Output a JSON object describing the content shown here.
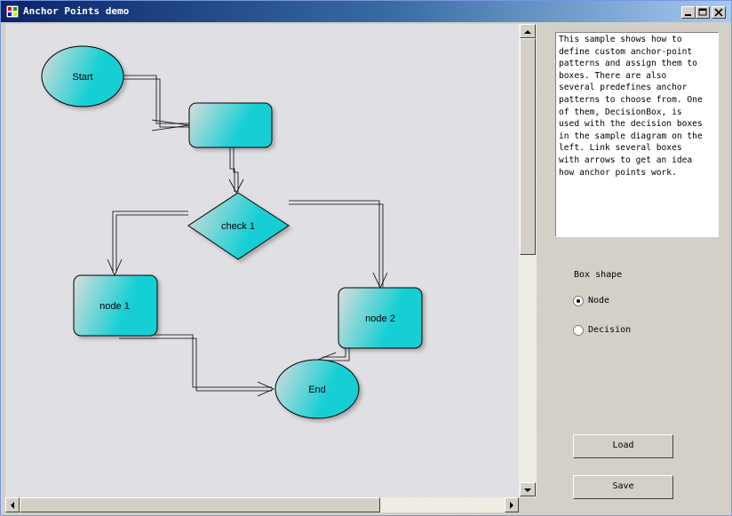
{
  "window": {
    "title": "Anchor Points demo"
  },
  "diagram": {
    "nodes": [
      {
        "id": "start",
        "shape": "ellipse",
        "label": "Start"
      },
      {
        "id": "box1",
        "shape": "rect",
        "label": ""
      },
      {
        "id": "check1",
        "shape": "diamond",
        "label": "check 1"
      },
      {
        "id": "node1",
        "shape": "rect",
        "label": "node 1"
      },
      {
        "id": "node2",
        "shape": "rect",
        "label": "node 2"
      },
      {
        "id": "end",
        "shape": "ellipse",
        "label": "End"
      }
    ],
    "colors": {
      "fill_light": "#dcdcdc",
      "fill_accent": "#13cfd4",
      "outline": "#000000",
      "canvas": "#e0dfe3"
    }
  },
  "description": "This sample shows how to\ndefine custom anchor-point\npatterns and assign them to\nboxes. There are also\nseveral predefines anchor\npatterns to choose from. One\nof them, DecisionBox, is\nused with the decision boxes\nin the sample diagram on the\nleft. Link several boxes\nwith arrows to get an idea\nhow anchor points work.",
  "box_shape": {
    "label": "Box shape",
    "options": [
      {
        "label": "Node",
        "selected": true
      },
      {
        "label": "Decision",
        "selected": false
      }
    ]
  },
  "buttons": {
    "load": "Load",
    "save": "Save"
  }
}
